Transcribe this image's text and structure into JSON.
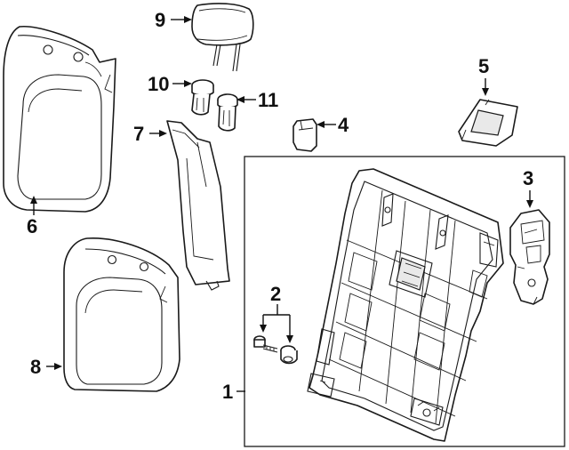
{
  "diagram": {
    "colors": {
      "line": "#1a1a1a",
      "background": "#ffffff",
      "shade": "#e9e9e9"
    },
    "callouts": [
      {
        "id": "c1",
        "label": "1",
        "part": "seat-back-frame-assembly"
      },
      {
        "id": "c2",
        "label": "2",
        "part": "bolts"
      },
      {
        "id": "c3",
        "label": "3",
        "part": "latch-bracket"
      },
      {
        "id": "c4",
        "label": "4",
        "part": "release-button"
      },
      {
        "id": "c5",
        "label": "5",
        "part": "latch-bezel"
      },
      {
        "id": "c6",
        "label": "6",
        "part": "seat-back-cover"
      },
      {
        "id": "c7",
        "label": "7",
        "part": "side-trim-panel"
      },
      {
        "id": "c8",
        "label": "8",
        "part": "seat-back-pad"
      },
      {
        "id": "c9",
        "label": "9",
        "part": "headrest"
      },
      {
        "id": "c10",
        "label": "10",
        "part": "headrest-guide-left"
      },
      {
        "id": "c11",
        "label": "11",
        "part": "headrest-guide-right"
      }
    ]
  }
}
